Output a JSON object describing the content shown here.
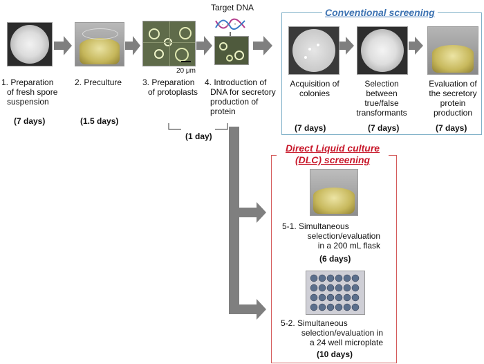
{
  "header": {
    "target_dna_label": "Target DNA"
  },
  "steps": {
    "s1": {
      "line1": "1. Preparation",
      "line2": "of fresh spore",
      "line3": "suspension",
      "days": "(7 days)"
    },
    "s2": {
      "line1": "2. Preculture",
      "days": "(1.5 days)"
    },
    "s3": {
      "line1": "3. Preparation",
      "line2": "of protoplasts",
      "scale": "20 μm"
    },
    "s4": {
      "line1": "4. Introduction of",
      "line2": "DNA for secretory",
      "line3": "production of",
      "line4": "protein"
    },
    "s34_days": "(1 day)"
  },
  "conventional": {
    "title": "Conventional screening",
    "c1": {
      "line1": "Acquisition of",
      "line2": "colonies",
      "days": "(7 days)"
    },
    "c2": {
      "line1": "Selection between",
      "line2": "true/false",
      "line3": "transformants",
      "days": "(7 days)"
    },
    "c3": {
      "line1": "Evaluation of",
      "line2": "the secretory",
      "line3": "protein",
      "line4": "production",
      "days": "(7 days)"
    }
  },
  "dlc": {
    "title_line1": "Direct Liquid culture",
    "title_line2": "(DLC) screening",
    "d1": {
      "line1": "5-1. Simultaneous",
      "line2": "selection/evaluation",
      "line3": "in a 200 mL flask",
      "days": "(6 days)"
    },
    "d2": {
      "line1": "5-2. Simultaneous",
      "line2": "selection/evaluation in",
      "line3": "a 24 well microplate",
      "days": "(10 days)"
    }
  },
  "colors": {
    "arrow": "#7f7f7f",
    "conventional_accent": "#3f74b3",
    "conventional_border": "#7fb0c8",
    "dlc_accent": "#c8192b",
    "dlc_border": "#d45a5a"
  },
  "icons": [
    "dna-helix-icon",
    "petri-dish-photo",
    "flask-photo",
    "protoplast-photo",
    "microplate-photo"
  ]
}
